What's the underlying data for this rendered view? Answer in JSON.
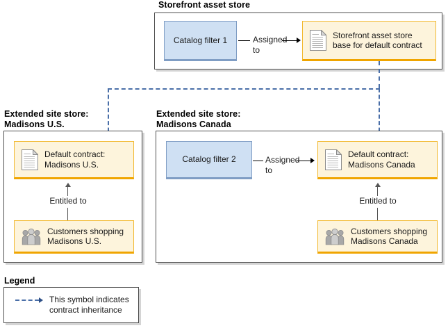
{
  "diagram": {
    "title_top": "Storefront asset store",
    "sections": [
      {
        "id": "storefront-asset-store",
        "heading": "Storefront asset store",
        "nodes": [
          {
            "id": "catalog-filter-1",
            "label": "Catalog filter 1",
            "style": "blue",
            "icon": "none"
          },
          {
            "id": "storefront-base-contract",
            "label": "Storefront asset store\nbase for default contract",
            "style": "yellow",
            "icon": "document-icon"
          }
        ],
        "edges": [
          {
            "from": "catalog-filter-1",
            "to": "storefront-base-contract",
            "label": "Assigned\nto",
            "style": "solid-arrow"
          }
        ]
      },
      {
        "id": "extended-site-store-us",
        "heading": "Extended site store:\nMadisons U.S.",
        "nodes": [
          {
            "id": "default-contract-us",
            "label": "Default contract:\nMadisons U.S.",
            "style": "yellow",
            "icon": "document-icon"
          },
          {
            "id": "customers-us",
            "label": "Customers shopping\nMadisons U.S.",
            "style": "yellow",
            "icon": "people-icon"
          }
        ],
        "edges": [
          {
            "from": "customers-us",
            "to": "default-contract-us",
            "label": "Entitled to",
            "style": "solid-arrow-up"
          }
        ]
      },
      {
        "id": "extended-site-store-canada",
        "heading": "Extended site store:\nMadisons Canada",
        "nodes": [
          {
            "id": "catalog-filter-2",
            "label": "Catalog filter 2",
            "style": "blue",
            "icon": "none"
          },
          {
            "id": "default-contract-canada",
            "label": "Default contract:\nMadisons Canada",
            "style": "yellow",
            "icon": "document-icon"
          },
          {
            "id": "customers-canada",
            "label": "Customers shopping\nMadisons Canada",
            "style": "yellow",
            "icon": "people-icon"
          }
        ],
        "edges": [
          {
            "from": "catalog-filter-2",
            "to": "default-contract-canada",
            "label": "Assigned\nto",
            "style": "solid-arrow"
          },
          {
            "from": "customers-canada",
            "to": "default-contract-canada",
            "label": "Entitled to",
            "style": "solid-arrow-up"
          }
        ]
      }
    ],
    "inheritance_edges": [
      {
        "from": "storefront-base-contract",
        "to": "default-contract-us",
        "style": "dashed-arrow"
      },
      {
        "from": "storefront-base-contract",
        "to": "default-contract-canada",
        "style": "dashed-arrow"
      }
    ],
    "labels": {
      "assigned_to": "Assigned\nto",
      "entitled_to": "Entitled to"
    }
  },
  "legend": {
    "title": "Legend",
    "entries": [
      {
        "symbol": "dashed-arrow",
        "text": "This symbol indicates\ncontract inheritance"
      }
    ]
  },
  "colors": {
    "blue_fill": "#cfe0f3",
    "blue_border": "#7f9dc4",
    "yellow_fill": "#fdf4dc",
    "yellow_border": "#f2b930",
    "yellow_border_bottom": "#f0a500",
    "frame_border": "#4d4d4d",
    "frame_shadow": "#d4d4d4",
    "dashed_line": "#4a6fa8",
    "dashed_arrow": "#2d4f86",
    "solid_line": "#000000",
    "text": "#1a1a1a"
  }
}
